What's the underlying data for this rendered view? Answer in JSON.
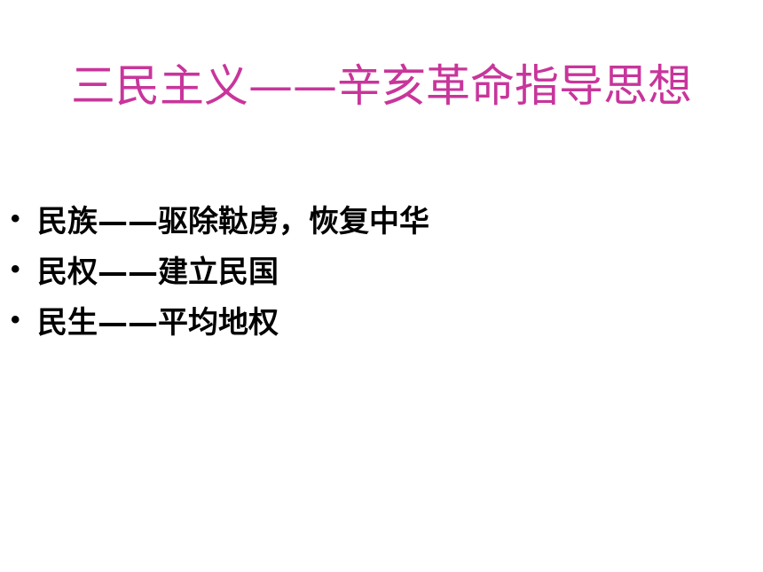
{
  "colors": {
    "title": "#c8359b",
    "text": "#000000",
    "background": "#ffffff"
  },
  "slide": {
    "title": "三民主义——辛亥革命指导思想",
    "bullet_symbol": "•",
    "bullets": [
      "民族——驱除鞑虏，恢复中华",
      "民权——建立民国",
      "民生——平均地权"
    ]
  }
}
